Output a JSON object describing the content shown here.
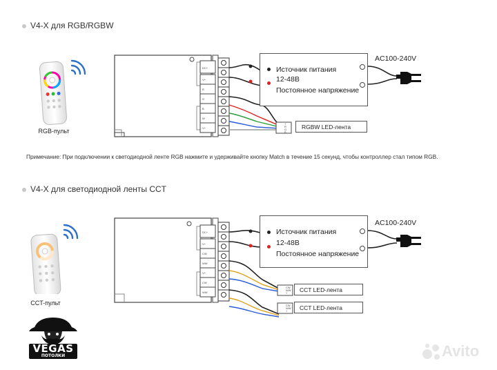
{
  "diagram1": {
    "title": "V4-X для RGB/RGBW",
    "remote_label": "RGB-пульт",
    "psu_lines": [
      "Источник питания",
      "12-48В",
      "Постоянное напряжение"
    ],
    "ac_label": "AC100-240V",
    "strip_label": "RGBW LED-лента"
  },
  "note": "Примечание: При подключении к светодиодной ленте RGB нажмите и удерживайте кнопку Match в течение 15 секунд, чтобы контроллер стал типом RGB.",
  "diagram2": {
    "title": "V4-X для светодиодной ленты CCT",
    "remote_label": "CCT-пульт",
    "psu_lines": [
      "Источник питания",
      "12-48В",
      "Постоянное напряжение"
    ],
    "ac_label": "AC100-240V",
    "strip1_label": "CCT LED-лента",
    "strip2_label": "CCT LED-лента"
  },
  "logo": {
    "brand": "VEGAS",
    "sub": "ПОТОЛКИ"
  },
  "watermark": "Avito",
  "colors": {
    "red": "#e02020",
    "green": "#2a9d3a",
    "blue": "#2a5ad8",
    "wire": "#222222",
    "border": "#555555"
  }
}
